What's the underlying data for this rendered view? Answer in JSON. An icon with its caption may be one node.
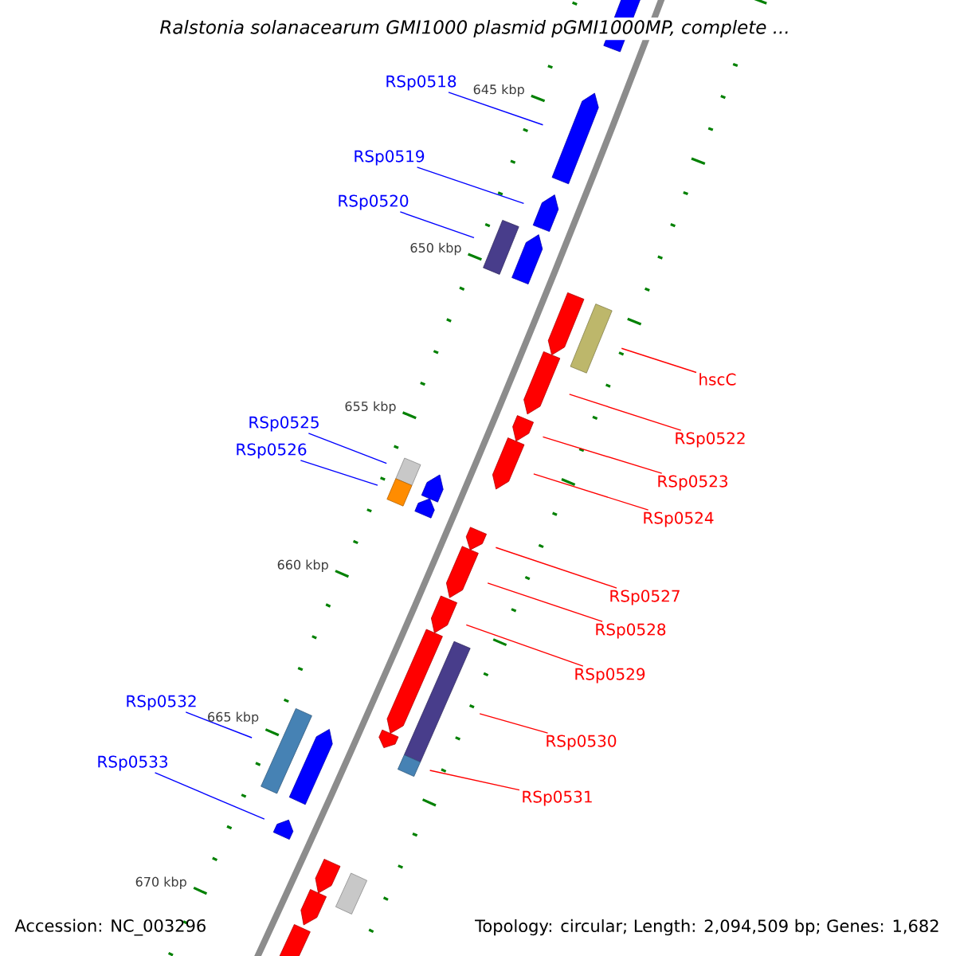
{
  "diagram": {
    "title": "Ralstonia solanacearum GMI1000 plasmid pGMI1000MP, complete ...",
    "nodes": [
      {
        "text": [
          "RSp0518"
        ]
      },
      {
        "text": [
          "RSp0519"
        ]
      },
      {
        "text": [
          "RSp0520"
        ]
      },
      {
        "text": [
          "hscC"
        ]
      },
      {
        "text": [
          "RSp0522"
        ]
      },
      {
        "text": [
          "RSp0523"
        ]
      },
      {
        "text": [
          "RSp0524"
        ]
      },
      {
        "text": [
          "RSp0525"
        ]
      },
      {
        "text": [
          "RSp0526"
        ]
      },
      {
        "text": [
          "RSp0527"
        ]
      },
      {
        "text": [
          "RSp0528"
        ]
      },
      {
        "text": [
          "RSp0529"
        ]
      },
      {
        "text": [
          "RSp0530"
        ]
      },
      {
        "text": [
          "RSp0531"
        ]
      },
      {
        "text": [
          "RSp0532"
        ]
      },
      {
        "text": [
          "RSp0533"
        ]
      },
      {
        "text": [],
        "shape": "arrow"
      },
      {
        "text": [],
        "shape": "arrow"
      },
      {
        "text": [],
        "shape": "arrow"
      },
      {
        "text": [],
        "shape": "box"
      },
      {
        "text": [],
        "shape": "arrow"
      },
      {
        "text": [],
        "shape": "arrow"
      },
      {
        "text": [],
        "shape": "arrow"
      },
      {
        "text": [],
        "shape": "arrow"
      },
      {
        "text": [],
        "shape": "arrow"
      },
      {
        "text": [],
        "shape": "arrow"
      },
      {
        "text": [],
        "shape": "arrow"
      },
      {
        "text": [],
        "shape": "arrow"
      },
      {
        "text": [],
        "shape": "arrow"
      },
      {
        "text": [],
        "shape": "arrow"
      },
      {
        "text": [],
        "shape": "arrow"
      },
      {
        "text": [],
        "shape": "arrow"
      },
      {
        "text": [],
        "shape": "arrow"
      },
      {
        "text": [],
        "shape": "box"
      },
      {
        "text": [],
        "shape": "arrow"
      },
      {
        "text": [],
        "shape": "box"
      },
      {
        "text": [],
        "shape": "box"
      },
      {
        "text": [],
        "shape": "box"
      },
      {
        "text": [],
        "shape": "box"
      },
      {
        "text": [],
        "shape": "box"
      },
      {
        "text": [],
        "shape": "arrow"
      },
      {
        "text": [],
        "shape": "box"
      },
      {
        "text": [],
        "shape": "arrow"
      },
      {
        "text": [],
        "shape": "arrow"
      }
    ],
    "edges": [
      {
        "from": 0,
        "to": 16,
        "arrow": "none",
        "color": "#0000ff"
      },
      {
        "from": 1,
        "to": 17,
        "arrow": "none",
        "color": "#0000ff"
      },
      {
        "from": 2,
        "to": 33,
        "arrow": "none",
        "color": "#0000ff"
      },
      {
        "from": 3,
        "to": 19,
        "arrow": "none"
      },
      {
        "from": 4,
        "to": 20,
        "arrow": "none"
      },
      {
        "from": 5,
        "to": 21,
        "arrow": "none"
      },
      {
        "from": 6,
        "to": 22,
        "arrow": "none"
      },
      {
        "from": 7,
        "to": 35,
        "arrow": "none",
        "color": "#0000ff"
      },
      {
        "from": 8,
        "to": 36,
        "arrow": "none",
        "color": "#0000ff"
      },
      {
        "from": 9,
        "to": 25,
        "arrow": "none"
      },
      {
        "from": 10,
        "to": 26,
        "arrow": "none"
      },
      {
        "from": 11,
        "to": 27,
        "arrow": "none"
      },
      {
        "from": 12,
        "to": 37,
        "arrow": "none"
      },
      {
        "from": 13,
        "to": 38,
        "arrow": "none"
      },
      {
        "from": 14,
        "to": 39,
        "arrow": "none",
        "color": "#0000ff"
      },
      {
        "from": 15,
        "to": 31,
        "arrow": "none",
        "color": "#0000ff"
      }
    ],
    "labels": [
      "645 kbp",
      "650 kbp",
      "655 kbp",
      "660 kbp",
      "665 kbp",
      "670 kbp",
      "Accession: NC_003296",
      "Topology: circular; Length: 2,094,509 bp; Genes: 1,682"
    ]
  }
}
